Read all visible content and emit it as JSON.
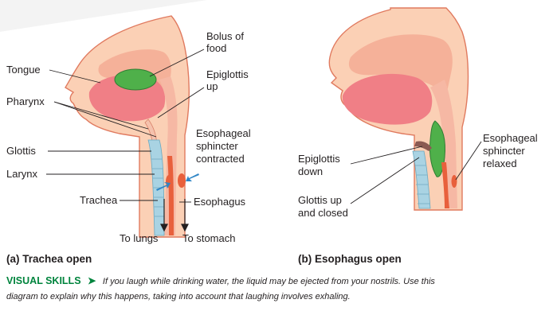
{
  "panel_a": {
    "labels": {
      "bolus": [
        "Bolus of",
        "food"
      ],
      "epiglottis_up": [
        "Epiglottis",
        "up"
      ],
      "tongue": "Tongue",
      "pharynx": "Pharynx",
      "esophageal_sphincter": [
        "Esophageal",
        "sphincter",
        "contracted"
      ],
      "glottis": "Glottis",
      "larynx": "Larynx",
      "trachea": "Trachea",
      "esophagus": "Esophagus",
      "to_lungs": "To lungs",
      "to_stomach": "To stomach"
    },
    "caption": "(a) Trachea open"
  },
  "panel_b": {
    "labels": {
      "esophageal_sphincter": [
        "Esophageal",
        "sphincter",
        "relaxed"
      ],
      "epiglottis_down": [
        "Epiglottis",
        "down"
      ],
      "glottis_up": [
        "Glottis up",
        "and closed"
      ]
    },
    "caption": "(b) Esophagus open"
  },
  "visual_skills": {
    "heading": "VISUAL SKILLS",
    "arrow": "➤",
    "lines": [
      "If you laugh while drinking water, the liquid may be ejected from your nostrils. Use this",
      "diagram to explain why this happens, taking into account that laughing involves exhaling."
    ]
  },
  "colors": {
    "skin": "#fbd0b5",
    "skin_edge": "#e07a5f",
    "cavity": "#f2a48d",
    "tongue": "#f07f86",
    "bolus": "#4fb04a",
    "trachea": "#a9d3e3",
    "esophagus": "#e8603c",
    "arrow_blue": "#2f86c6",
    "heading_green": "#00843d"
  }
}
